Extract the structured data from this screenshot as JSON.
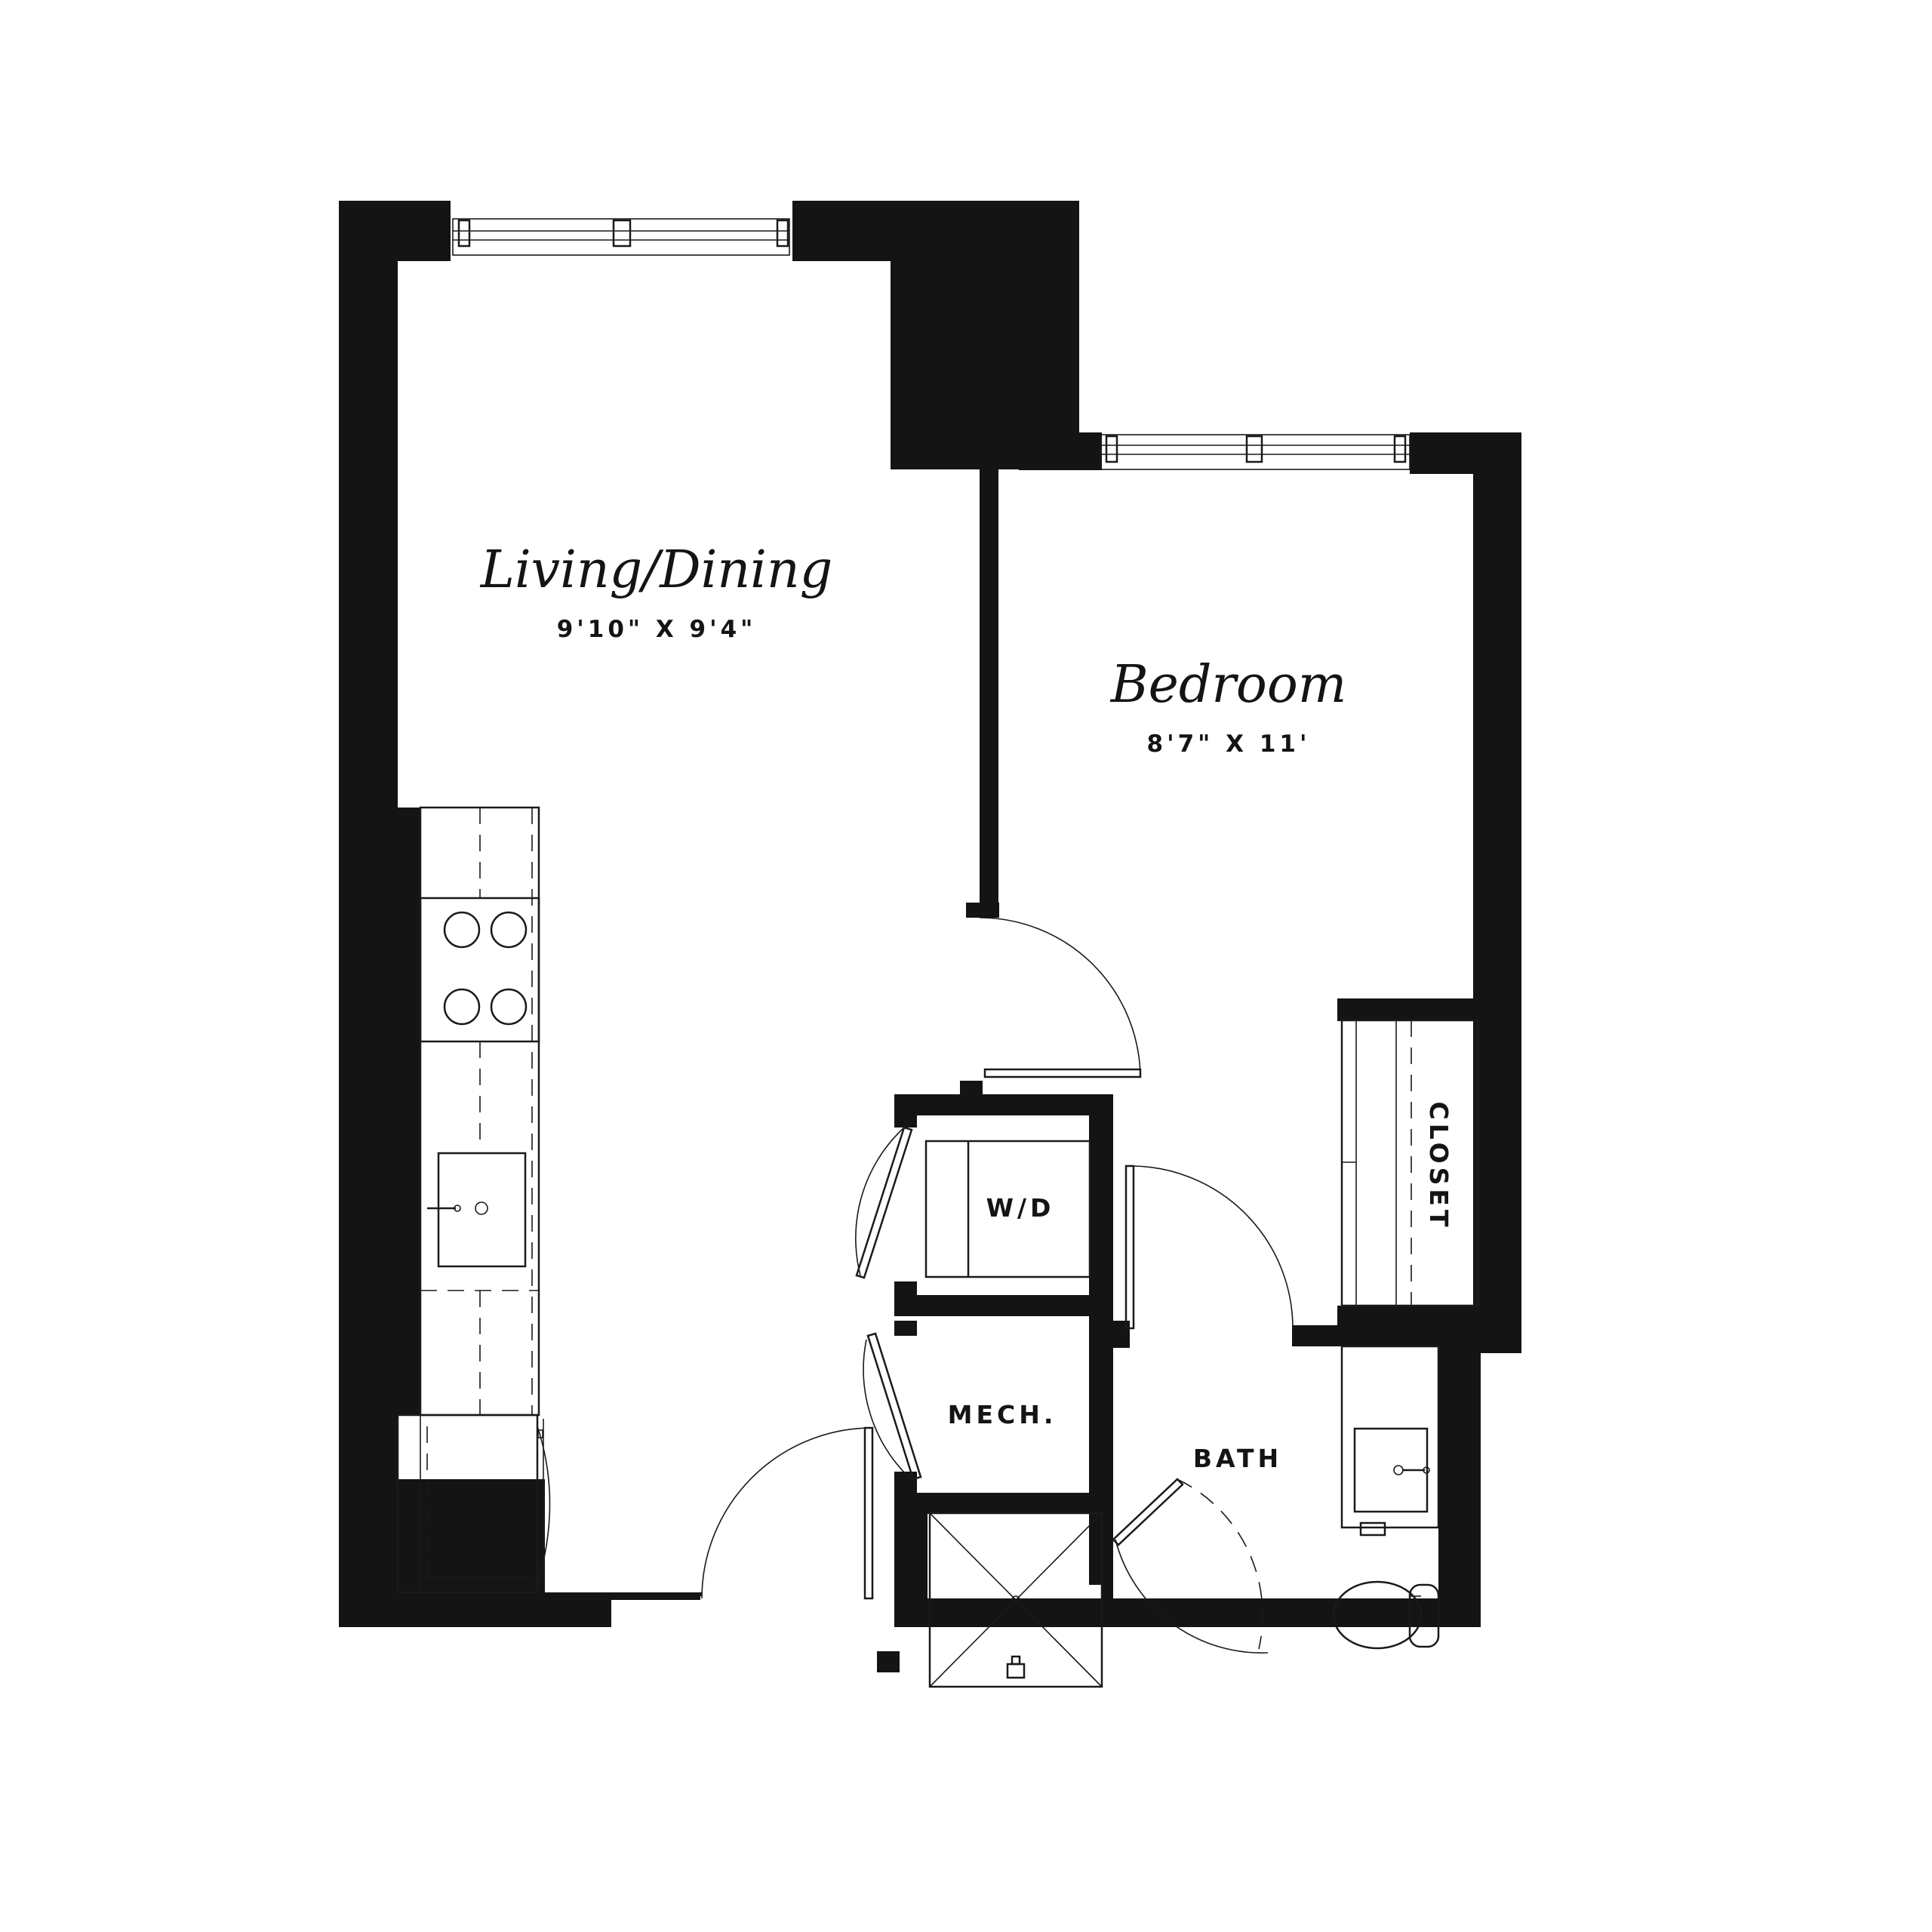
{
  "rooms": {
    "living": {
      "name": "Living/Dining",
      "dimensions": "9'10\" X 9'4\""
    },
    "bedroom": {
      "name": "Bedroom",
      "dimensions": "8'7\" X 11'"
    }
  },
  "labels": {
    "wd": "W/D",
    "mech": "MECH.",
    "bath": "BATH",
    "closet": "CLOSET"
  },
  "colors": {
    "wall": "#141414",
    "background": "#ffffff"
  }
}
